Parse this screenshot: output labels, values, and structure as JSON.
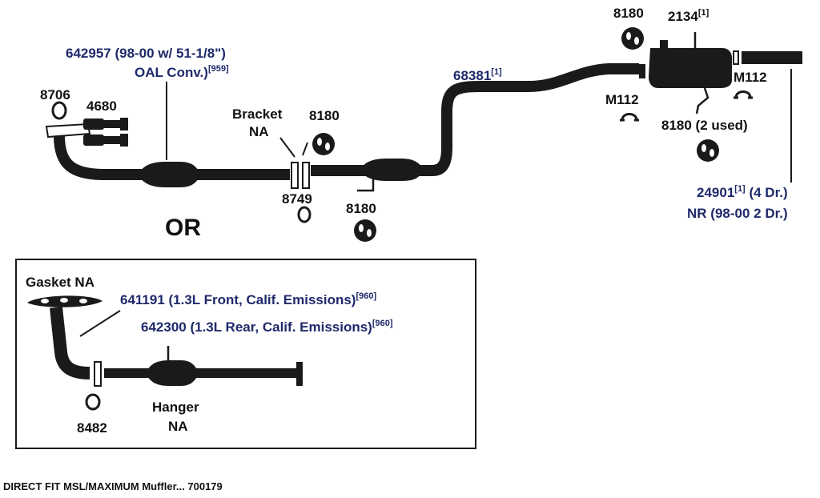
{
  "parts": {
    "conv_642957": {
      "line1": "642957 (98-00 w/ 51-1/8\")",
      "line2": "OAL Conv.)",
      "sup": "[959]"
    },
    "gasket_8706": "8706",
    "bolt_4680": "4680",
    "bracket": {
      "line1": "Bracket",
      "line2": "NA"
    },
    "hanger_8180_a": "8180",
    "gasket_8749": "8749",
    "hanger_8180_b": "8180",
    "pipe_68381": {
      "num": "68381",
      "sup": "[1]"
    },
    "hanger_8180_top": "8180",
    "tailpipe_2134": {
      "num": "2134",
      "sup": "[1]"
    },
    "clamp_m112_left": "M112",
    "clamp_m112_right": "M112",
    "hanger_8180_2used": "8180 (2 used)",
    "muffler_24901": {
      "num": "24901",
      "sup": "[1]",
      "rest": " (4 Dr.)",
      "line2": "NR (98-00 2 Dr.)"
    },
    "or_label": "OR"
  },
  "inset": {
    "gasket_na": "Gasket NA",
    "front_641191": {
      "text": "641191 (1.3L Front, Calif. Emissions)",
      "sup": "[960]"
    },
    "rear_642300": {
      "text": "642300 (1.3L Rear, Calif. Emissions)",
      "sup": "[960]"
    },
    "gasket_8482": "8482",
    "hanger_na": {
      "line1": "Hanger",
      "line2": "NA"
    }
  },
  "footer": "DIRECT FIT MSL/MAXIMUM Muffler... 700179",
  "colors": {
    "part_number": "#1f2a6b",
    "pipe": "#1a1a1a",
    "label": "#111111"
  }
}
